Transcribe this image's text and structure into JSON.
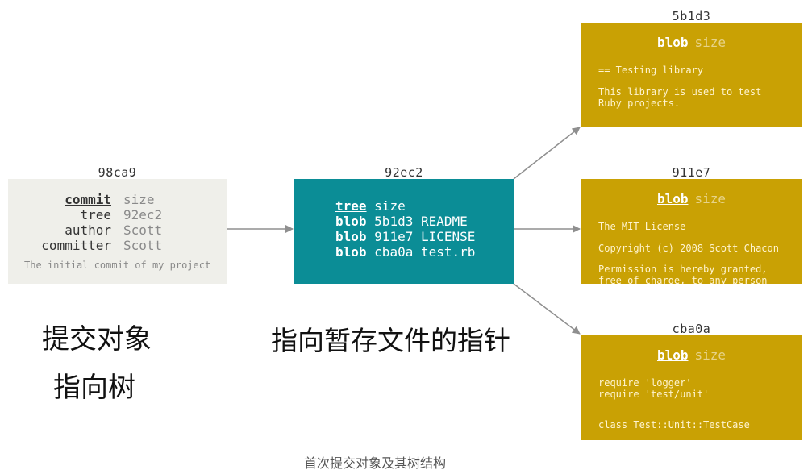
{
  "commit": {
    "hash": "98ca9",
    "rows": [
      {
        "key": "commit",
        "value": "size"
      },
      {
        "key": "tree",
        "value": "92ec2"
      },
      {
        "key": "author",
        "value": "Scott"
      },
      {
        "key": "committer",
        "value": "Scott"
      }
    ],
    "message": "The initial commit of my project"
  },
  "tree": {
    "hash": "92ec2",
    "rows": [
      {
        "type": "tree",
        "text": "size"
      },
      {
        "type": "blob",
        "text": "5b1d3 README"
      },
      {
        "type": "blob",
        "text": "911e7 LICENSE"
      },
      {
        "type": "blob",
        "text": "cba0a test.rb"
      }
    ]
  },
  "blobs": [
    {
      "hash": "5b1d3",
      "label": "blob",
      "size": "size",
      "lines": [
        "== Testing library",
        "",
        "This library is used to test",
        "Ruby projects."
      ]
    },
    {
      "hash": "911e7",
      "label": "blob",
      "size": "size",
      "lines": [
        "The MIT License",
        "",
        "Copyright (c) 2008 Scott Chacon",
        "",
        "Permission is hereby granted,",
        "free of charge, to any person"
      ]
    },
    {
      "hash": "cba0a",
      "label": "blob",
      "size": "size",
      "lines": [
        "require 'logger'",
        "require 'test/unit'",
        "",
        "",
        "class Test::Unit::TestCase"
      ]
    }
  ],
  "labels": {
    "commit_cn_1": "提交对象",
    "commit_cn_2": "指向树",
    "tree_cn": "指向暂存文件的指针",
    "caption": "首次提交对象及其树结构"
  },
  "colors": {
    "commit_bg": "#efefea",
    "tree_bg": "#0b8d96",
    "blob_bg": "#c9a104",
    "arrow": "#8f8f8f"
  }
}
